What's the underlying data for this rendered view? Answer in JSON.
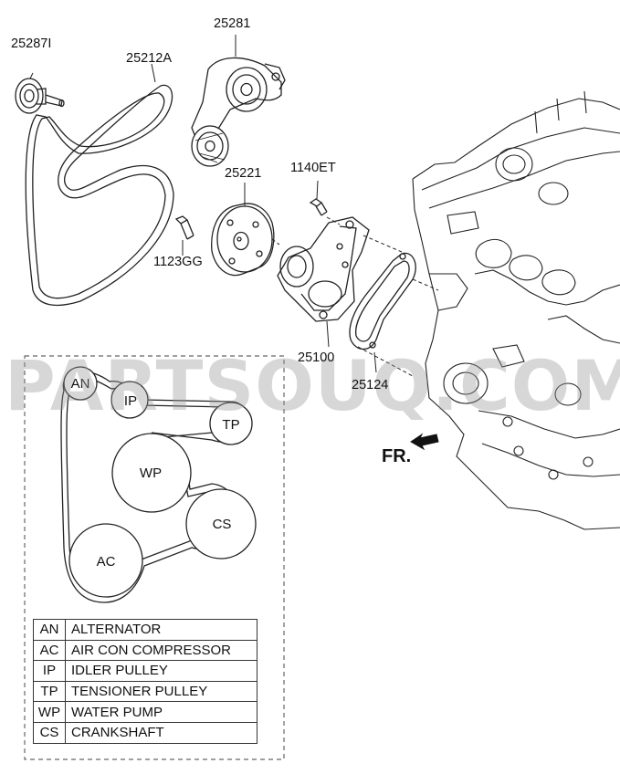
{
  "part_labels": {
    "p25287I": "25287I",
    "p25212A": "25212A",
    "p25281": "25281",
    "p25221": "25221",
    "p1140ET": "1140ET",
    "p1123GG": "1123GG",
    "p25100": "25100",
    "p25124": "25124"
  },
  "watermark": "PARTSOUQ.COM",
  "direction_label": "FR.",
  "belt_routing": {
    "pulleys": [
      {
        "code": "AN"
      },
      {
        "code": "IP"
      },
      {
        "code": "TP"
      },
      {
        "code": "WP"
      },
      {
        "code": "CS"
      },
      {
        "code": "AC"
      }
    ]
  },
  "legend": [
    {
      "code": "AN",
      "name": "ALTERNATOR"
    },
    {
      "code": "AC",
      "name": "AIR CON COMPRESSOR"
    },
    {
      "code": "IP",
      "name": "IDLER PULLEY"
    },
    {
      "code": "TP",
      "name": "TENSIONER PULLEY"
    },
    {
      "code": "WP",
      "name": "WATER PUMP"
    },
    {
      "code": "CS",
      "name": "CRANKSHAFT"
    }
  ]
}
